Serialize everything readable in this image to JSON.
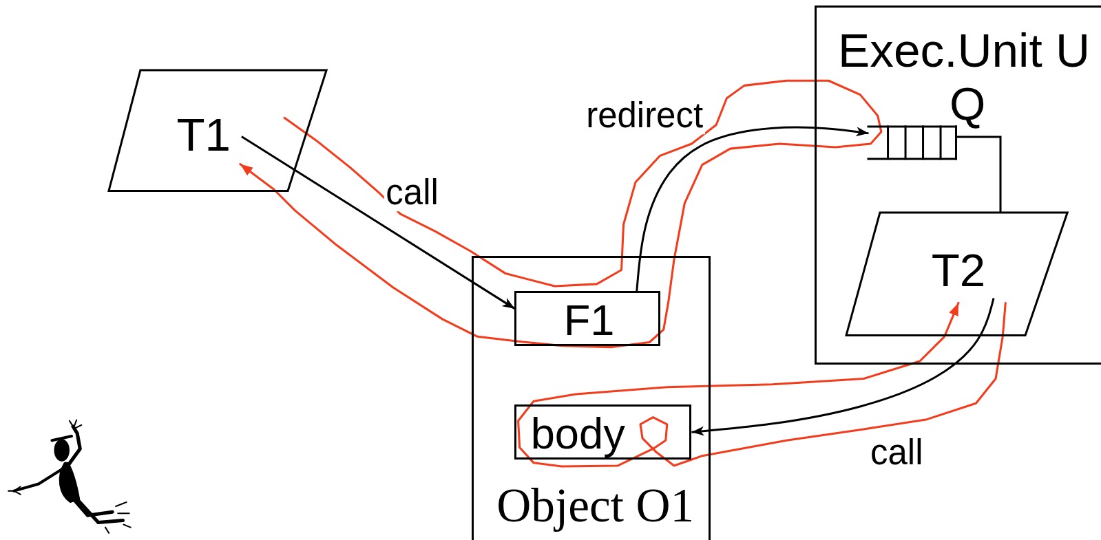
{
  "diagram": {
    "nodes": [
      {
        "text": [
          "T1"
        ]
      },
      {
        "text": [
          "Object O1"
        ]
      },
      {
        "text": [
          "F1"
        ],
        "in": 1
      },
      {
        "text": [
          "body"
        ],
        "in": 1
      },
      {
        "text": [
          "Exec.Unit U"
        ]
      },
      {
        "text": [
          "Q"
        ],
        "in": 4
      },
      {
        "text": [
          "T2"
        ],
        "in": 4
      }
    ],
    "edges": [
      {
        "from": 0,
        "to": 2,
        "label": "call",
        "arrow": "to"
      },
      {
        "from": 2,
        "to": 5,
        "label": "redirect",
        "arrow": "to"
      },
      {
        "from": 5,
        "to": 6,
        "arrow": "none"
      },
      {
        "from": 6,
        "to": 3,
        "label": "call",
        "arrow": "to"
      }
    ]
  }
}
